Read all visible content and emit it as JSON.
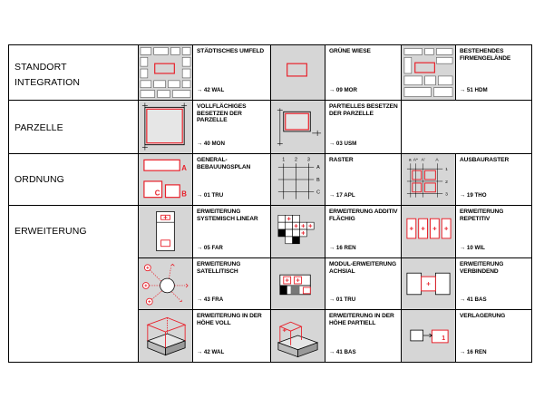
{
  "rows": [
    {
      "label": "STANDORT INTEGRATION"
    },
    {
      "label": "PARZELLE"
    },
    {
      "label": "ORDNUNG"
    },
    {
      "label": "ERWEITERUNG"
    }
  ],
  "cells": {
    "umfeld": {
      "title": "STÄDTISCHES UMFELD",
      "code": "→ 42 WAL"
    },
    "wiese": {
      "title": "GRÜNE WIESE",
      "code": "→ 09 MOR"
    },
    "firmen": {
      "title": "BESTEHENDES FIRMENGELÄNDE",
      "code": "→ 51 HDM"
    },
    "voll": {
      "title": "VOLLFLÄCHIGES BESETZEN DER PARZELLE",
      "code": "→ 40 MON"
    },
    "partiell": {
      "title": "PARTIELLES BESETZEN DER PARZELLE",
      "code": "→ 03 USM"
    },
    "general": {
      "title": "GENERAL-BEBAUUNGSPLAN",
      "code": "→ 01 TRU"
    },
    "raster": {
      "title": "RASTER",
      "code": "→ 17 APL"
    },
    "ausbau": {
      "title": "AUSBAURASTER",
      "code": "→ 19 THO"
    },
    "linear": {
      "title": "ERWEITERUNG SYSTEMISCH LINEAR",
      "code": "→ 05 FAR"
    },
    "additiv": {
      "title": "ERWEITERUNG ADDITIV FLÄCHIG",
      "code": "→ 16 REN"
    },
    "repetitiv": {
      "title": "ERWEITERUNG REPETITIV",
      "code": "→ 10 WIL"
    },
    "satellit": {
      "title": "ERWEITERUNG SATELLITISCH",
      "code": "→ 43 FRA"
    },
    "modul": {
      "title": "MODUL-ERWEITERUNG ACHSIAL",
      "code": "→ 01 TRU"
    },
    "verbindend": {
      "title": "ERWEITERUNG VERBINDEND",
      "code": "→ 41 BAS"
    },
    "hoehevoll": {
      "title": "ERWEITERUNG IN DER HÖHE VOLL",
      "code": "→ 42 WAL"
    },
    "hoehepartiell": {
      "title": "ERWEITERUNG IN DER HÖHE PARTIELL",
      "code": "→ 41 BAS"
    },
    "verlagerung": {
      "title": "VERLAGERUNG",
      "code": "→ 16 REN"
    }
  },
  "diagram_labels": {
    "general_a": "A",
    "general_b": "B",
    "general_c": "C",
    "raster_top": [
      "1",
      "2",
      "3"
    ],
    "raster_side": [
      "A",
      "B",
      "C"
    ],
    "ausbau_top": [
      "a",
      "A*",
      "A'",
      "A"
    ],
    "ausbau_side": [
      "1",
      "2",
      "3"
    ],
    "verlagerung_num": "1"
  },
  "colors": {
    "accent": "#e8202a",
    "cell_bg": "#d6d6d6",
    "line": "#000000"
  }
}
